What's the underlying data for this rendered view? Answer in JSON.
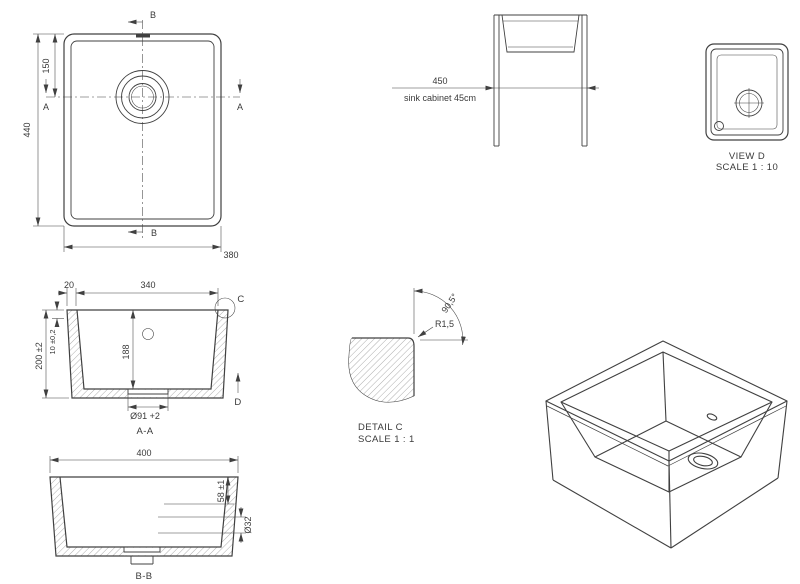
{
  "colors": {
    "line": "#404040",
    "text": "#3a3a3a",
    "background": "#ffffff"
  },
  "plan": {
    "section_a": "A",
    "section_b": "B",
    "dim_height": "440",
    "dim_drain_offset": "150",
    "dim_width": "380"
  },
  "cabinet": {
    "dim_width": "450",
    "caption": "sink cabinet 45cm"
  },
  "view_d": {
    "title": "VIEW D",
    "scale": "SCALE 1 : 10"
  },
  "section_aa": {
    "dim_flange": "20",
    "dim_inner_width": "340",
    "dim_depth": "188",
    "dim_height": "200 ±2",
    "dim_rim": "10 ±0,2",
    "dim_drain": "Ø91 +2",
    "detail_marker": "C",
    "view_marker": "D",
    "label": "A-A"
  },
  "detail_c": {
    "radius": "R1,5",
    "angle": "90,5°",
    "title": "DETAIL C",
    "scale": "SCALE 1 : 1"
  },
  "section_bb": {
    "dim_width": "400",
    "dim_drain": "58 ±1",
    "dim_outlet": "Ø32",
    "label": "B-B"
  }
}
